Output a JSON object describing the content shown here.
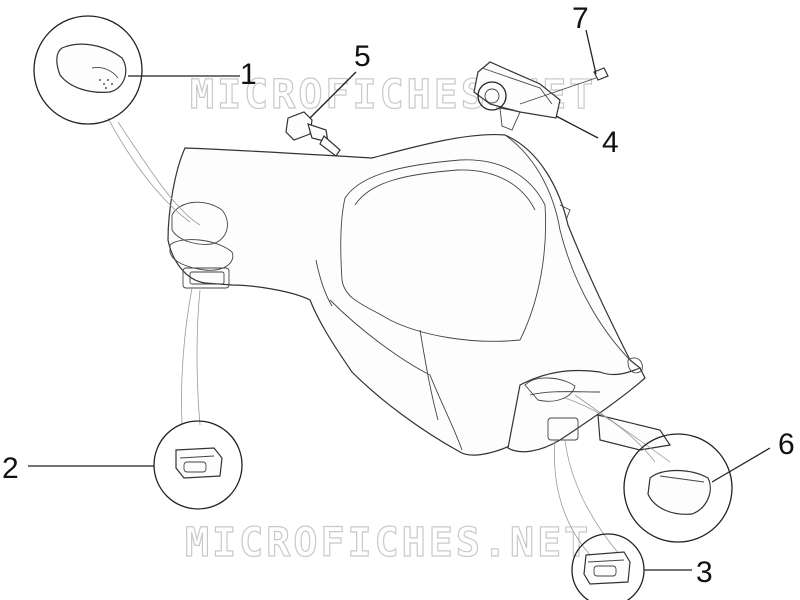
{
  "watermark": "MICROFICHES.NET",
  "callouts": [
    "1",
    "2",
    "3",
    "4",
    "5",
    "6",
    "7"
  ]
}
